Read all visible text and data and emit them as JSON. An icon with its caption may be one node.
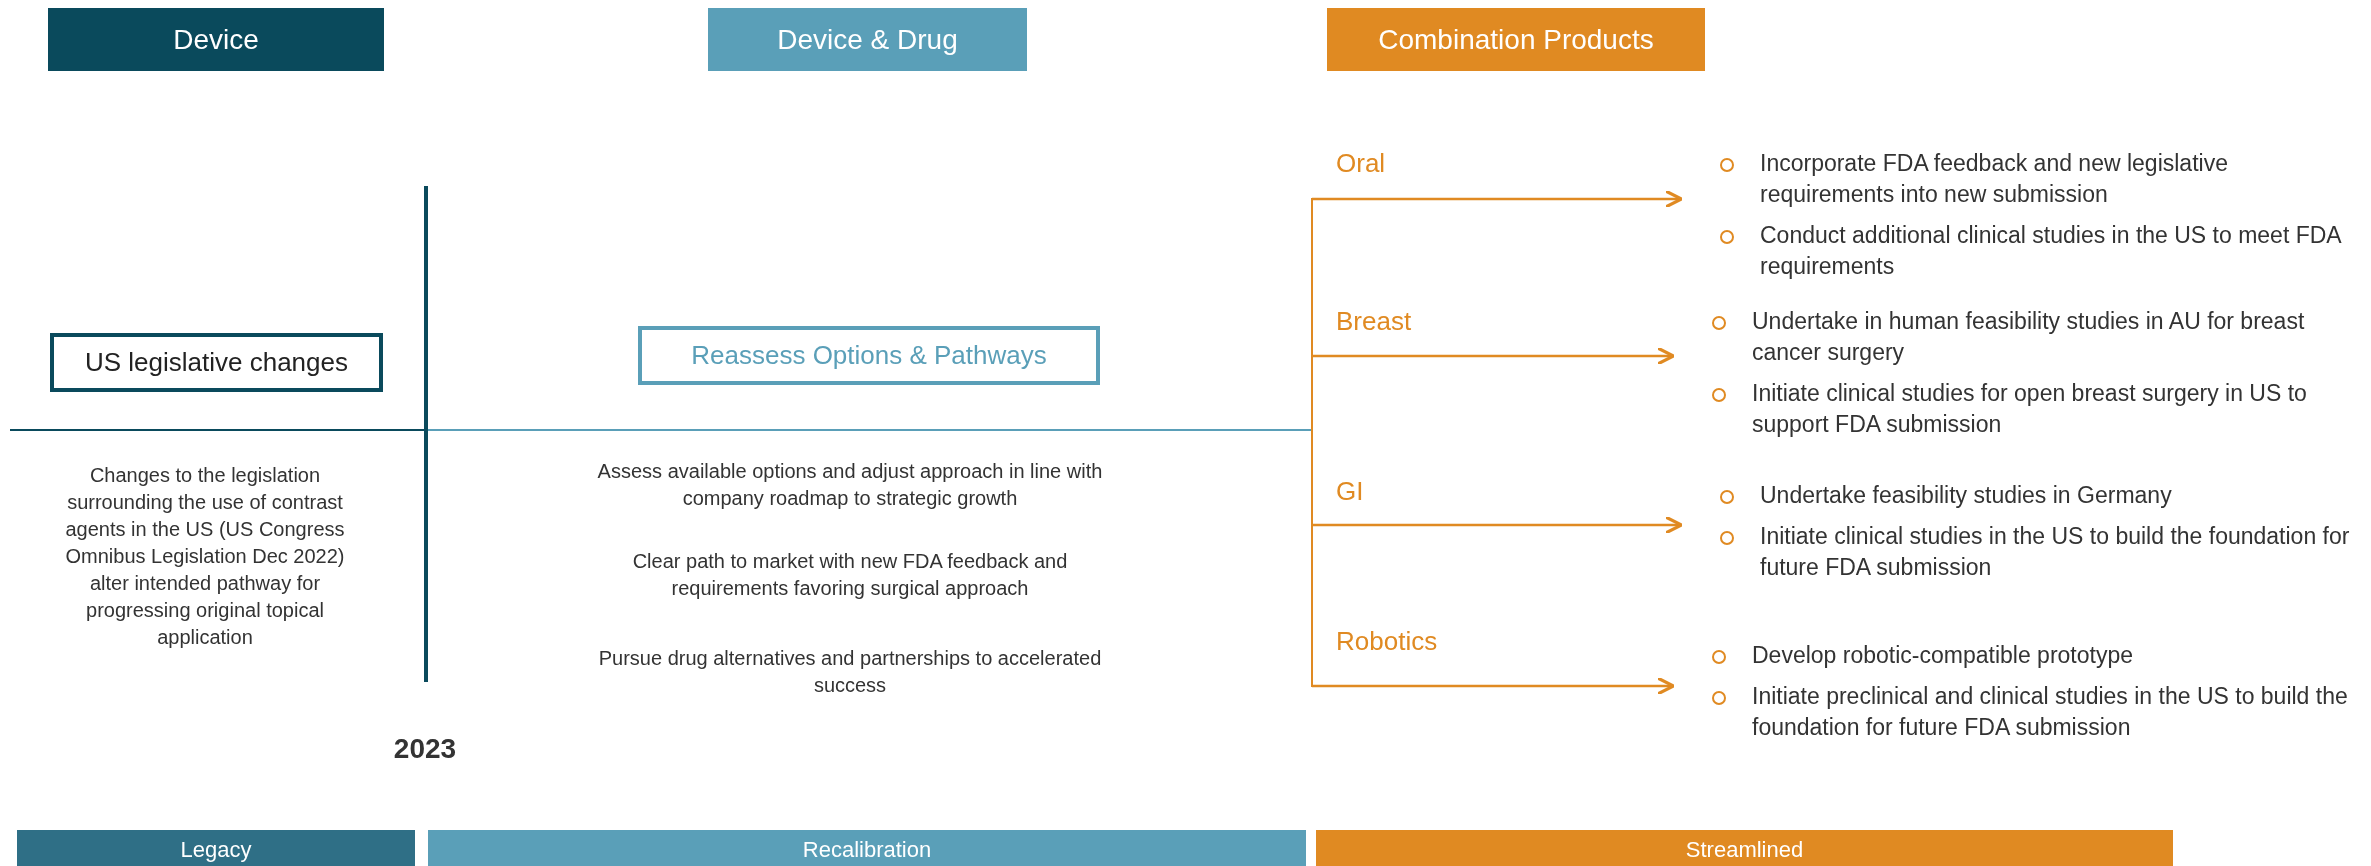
{
  "diagram": {
    "nodes": [
      {
        "text": [
          "Device"
        ]
      },
      {
        "text": [
          "Device & Drug"
        ]
      },
      {
        "text": [
          "Combination Products"
        ]
      },
      {
        "text": [
          "US legislative changes"
        ]
      },
      {
        "text": [
          "Reassess Options & Pathways"
        ]
      },
      {
        "text": [
          "Incorporate FDA feedback and new legislative requirements into new submission",
          "Conduct additional clinical studies in the US to meet FDA requirements"
        ]
      },
      {
        "text": [
          "Undertake in human feasibility studies in AU for breast cancer surgery",
          "Initiate clinical studies for open breast surgery in US to support FDA submission"
        ]
      },
      {
        "text": [
          "Undertake feasibility studies in Germany",
          "Initiate clinical studies in the US to build the foundation for future FDA submission"
        ]
      },
      {
        "text": [
          "Develop robotic-compatible prototype",
          "Initiate preclinical and clinical studies in the US to build the foundation for future FDA submission"
        ]
      },
      {
        "text": [
          "Legacy"
        ]
      },
      {
        "text": [
          "Recalibration"
        ]
      },
      {
        "text": [
          "Streamlined"
        ]
      }
    ],
    "edges": [
      {
        "from": null,
        "to": 5,
        "arrow": "to",
        "label": "Oral"
      },
      {
        "from": null,
        "to": 6,
        "arrow": "to",
        "label": "Breast"
      },
      {
        "from": null,
        "to": 7,
        "arrow": "to",
        "label": "GI"
      },
      {
        "from": null,
        "to": 8,
        "arrow": "to",
        "label": "Robotics"
      }
    ],
    "labels": [
      "Changes to the legislation surrounding the use of contrast agents in the US (US Congress Omnibus Legislation Dec 2022) alter intended pathway for progressing original topical application",
      "Assess available options and adjust approach in line with company roadmap to strategic growth",
      "Clear path to market with new FDA feedback and requirements favoring surgical approach",
      "Pursue drug alternatives and partnerships to accelerated success",
      "2023"
    ]
  }
}
